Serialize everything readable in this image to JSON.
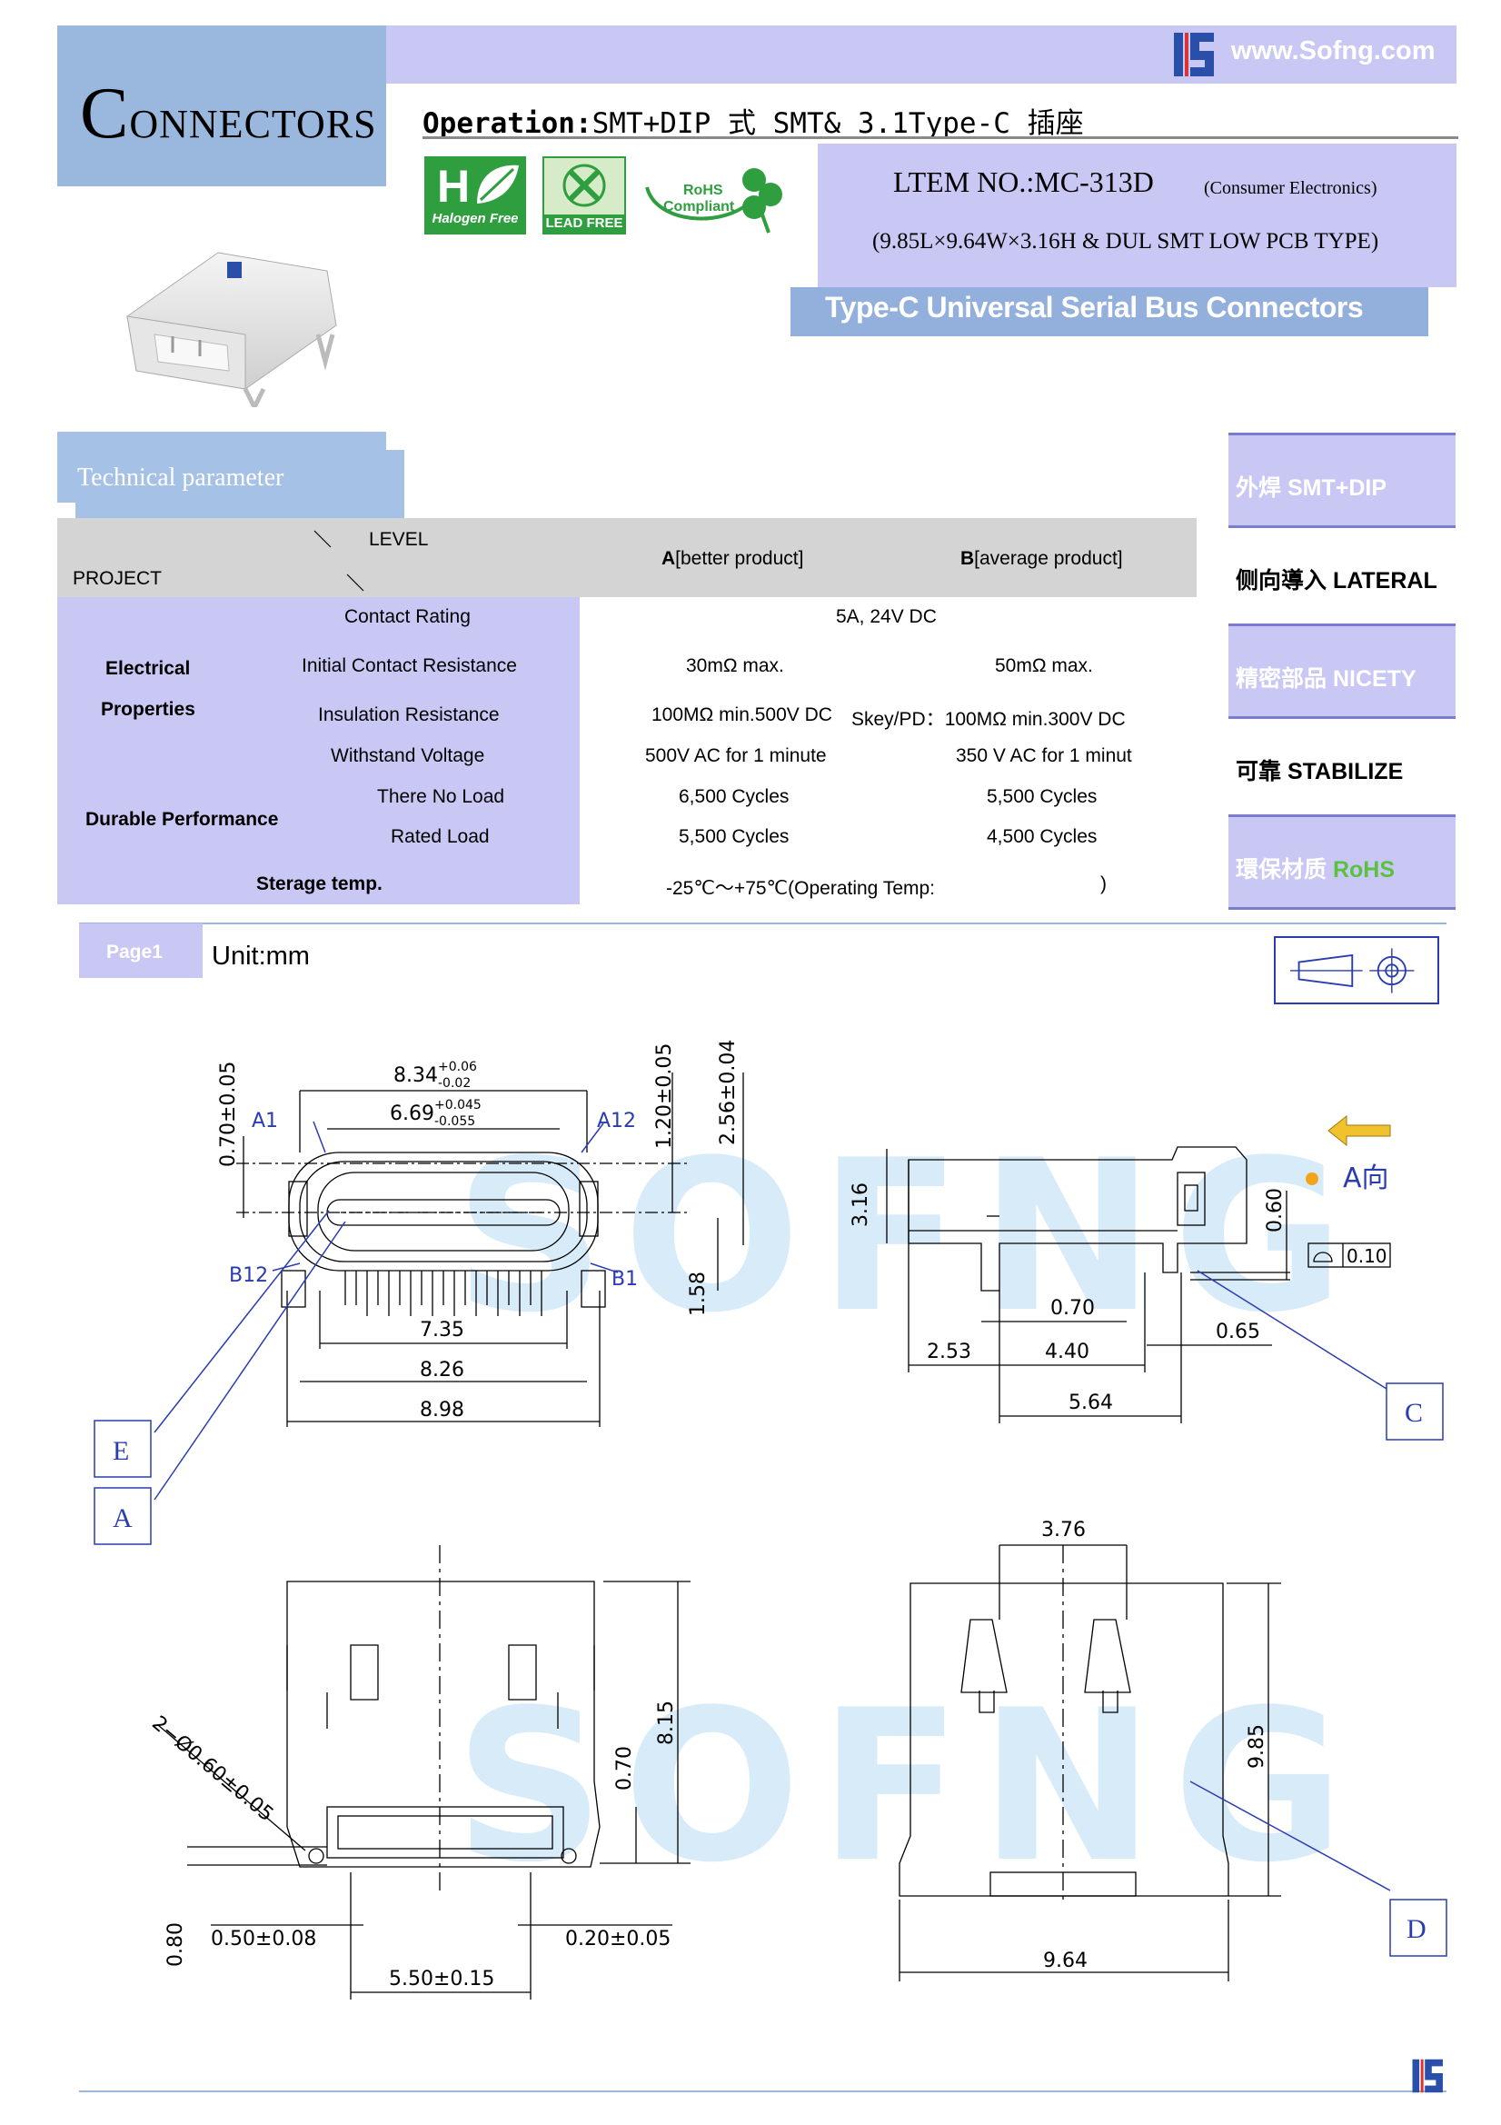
{
  "header": {
    "brand_big_letter": "C",
    "brand_rest": "ONNECTORS",
    "website": "www.Sofng.com",
    "operation_label": "Operation:",
    "operation_value": "SMT+DIP 式 SMT& 3.1Type-C 插座",
    "badges": {
      "hf": "Halogen Free",
      "lead": "LEAD FREE",
      "rohs_line1": "RoHS",
      "rohs_line2": "Compliant"
    },
    "item_title": "LTEM NO.:MC-313D",
    "item_category": "(Consumer Electronics)",
    "item_dims": "(9.85L×9.64W×3.16H & DUL SMT LOW PCB TYPE)",
    "type_bar": "Type-C Universal Serial Bus Connectors"
  },
  "tech": {
    "tab_label": "Technical parameter",
    "head_level": "LEVEL",
    "head_project": "PROJECT",
    "head_a_bold": "A",
    "head_a_rest": "[better product]",
    "head_b_bold": "B",
    "head_b_rest": "[average product]",
    "group_electrical_1": "Electrical",
    "group_electrical_2": "Properties",
    "group_durable": "Durable Performance",
    "rows": [
      {
        "item": "Contact Rating",
        "a": "5A, 24V DC",
        "b": ""
      },
      {
        "item": "Initial Contact Resistance",
        "a": "30mΩ max.",
        "b": "50mΩ max."
      },
      {
        "item": "Insulation Resistance",
        "a": "100MΩ min.500V DC",
        "b": "Skey/PD：100MΩ min.300V DC"
      },
      {
        "item": "Withstand Voltage",
        "a": "500V AC for 1 minute",
        "b": "350 V AC for 1 minut"
      },
      {
        "item": "There No Load",
        "a": "6,500 Cycles",
        "b": "5,500 Cycles"
      },
      {
        "item": "Rated Load",
        "a": "5,500 Cycles",
        "b": "4,500 Cycles"
      }
    ],
    "storage_label": "Sterage temp.",
    "storage_value": "-25℃～+75℃(Operating Temp:",
    "storage_close": ")"
  },
  "side_panel": [
    {
      "label": "外焊 SMT+DIP",
      "filled": true
    },
    {
      "label": "侧向導入 LATERAL",
      "filled": false
    },
    {
      "label": "精密部品 NICETY",
      "filled": true
    },
    {
      "label": "可靠 STABILIZE",
      "filled": false
    },
    {
      "label": "環保材质 ",
      "accent": "RoHS",
      "filled": true
    }
  ],
  "page": {
    "tab": "Page1",
    "unit": "Unit:mm"
  },
  "drawing": {
    "watermark": "SOFNG",
    "front": {
      "w_outer": "8.34",
      "w_outer_tol_up": "+0.06",
      "w_outer_tol_dn": "-0.02",
      "w_inner": "6.69",
      "w_inner_tol_up": "+0.045",
      "w_inner_tol_dn": "-0.055",
      "h_070": "0.70±0.05",
      "h_120": "1.20±0.05",
      "h_256": "2.56±0.04",
      "h_158": "1.58",
      "h_316": "3.16",
      "a1": "A1",
      "a12": "A12",
      "b12": "B12",
      "b1": "B1",
      "w_735": "7.35",
      "w_826": "8.26",
      "w_898": "8.98"
    },
    "side": {
      "a_dir": "A向",
      "d_060": "0.60",
      "flat": "0.10",
      "d_070": "0.70",
      "d_253": "2.53",
      "d_440": "4.40",
      "d_065": "0.65",
      "d_564": "5.64"
    },
    "bottom": {
      "holes": "2−Ø0.60±0.05",
      "d_815": "8.15",
      "d_070": "0.70",
      "d_080": "0.80",
      "d_050": "0.50±0.08",
      "d_020": "0.20±0.05",
      "d_550": "5.50±0.15"
    },
    "top": {
      "d_376": "3.76",
      "d_985": "9.85",
      "d_964": "9.64"
    },
    "callouts": {
      "e": "E",
      "a": "A",
      "c": "C",
      "d": "D"
    }
  }
}
